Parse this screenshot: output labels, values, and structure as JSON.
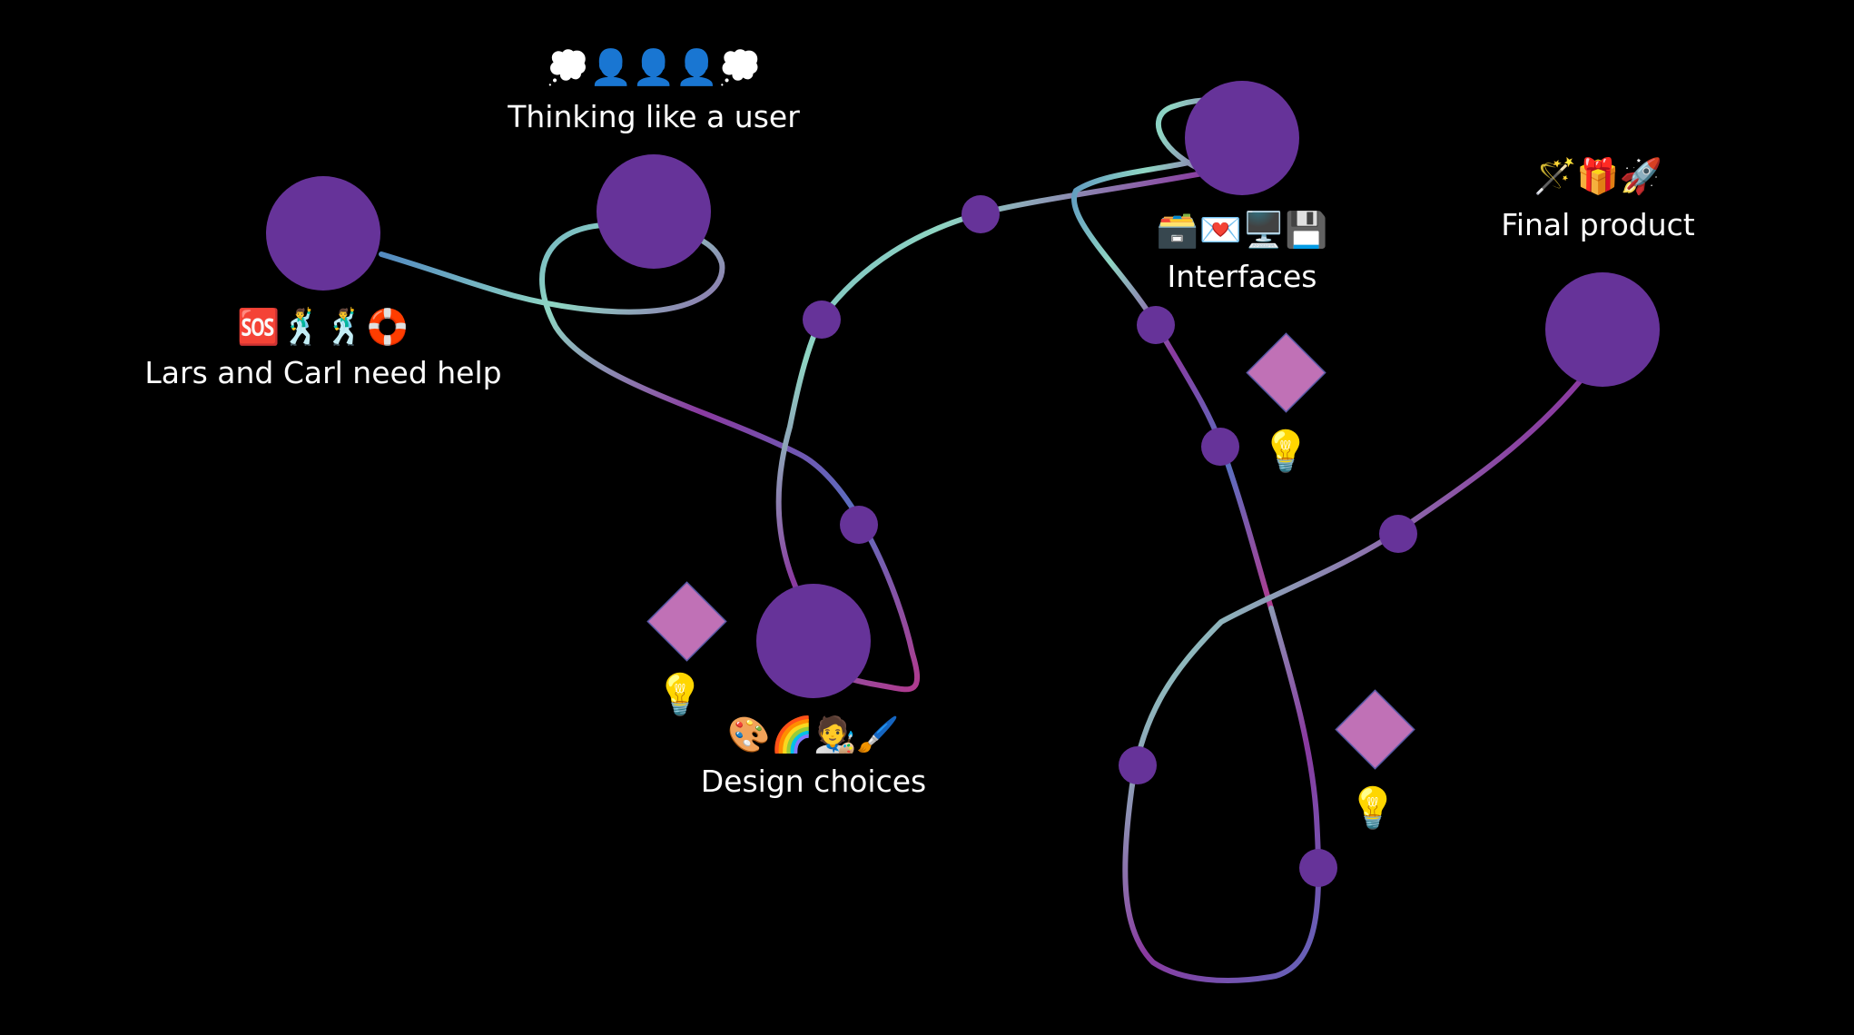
{
  "diagram": {
    "background": "#000000",
    "node_color": "#663399",
    "diamond_fill": "#c071b6",
    "diamond_stroke": "#5a5aa8",
    "path_colors": [
      "#8fd6c3",
      "#4a7fc0",
      "#8a3aa0",
      "#b03a8e",
      "#5a6fc0"
    ],
    "milestones": [
      {
        "label": "Lars and Carl need help",
        "emojis": "🆘🕺🕺🛟"
      },
      {
        "label": "Thinking like a user",
        "emojis": "💭👤👤👤💭"
      },
      {
        "label": "Design choices",
        "emojis": "🎨🌈🧑‍🎨🖌️"
      },
      {
        "label": "Interfaces",
        "emojis": "🗃️💌🖥️💾"
      },
      {
        "label": "Final product",
        "emojis": "🪄🎁🚀"
      }
    ],
    "ideas": [
      {
        "icon": "lightbulb-icon",
        "glyph": "💡"
      },
      {
        "icon": "lightbulb-icon",
        "glyph": "💡"
      },
      {
        "icon": "lightbulb-icon",
        "glyph": "💡"
      }
    ]
  }
}
